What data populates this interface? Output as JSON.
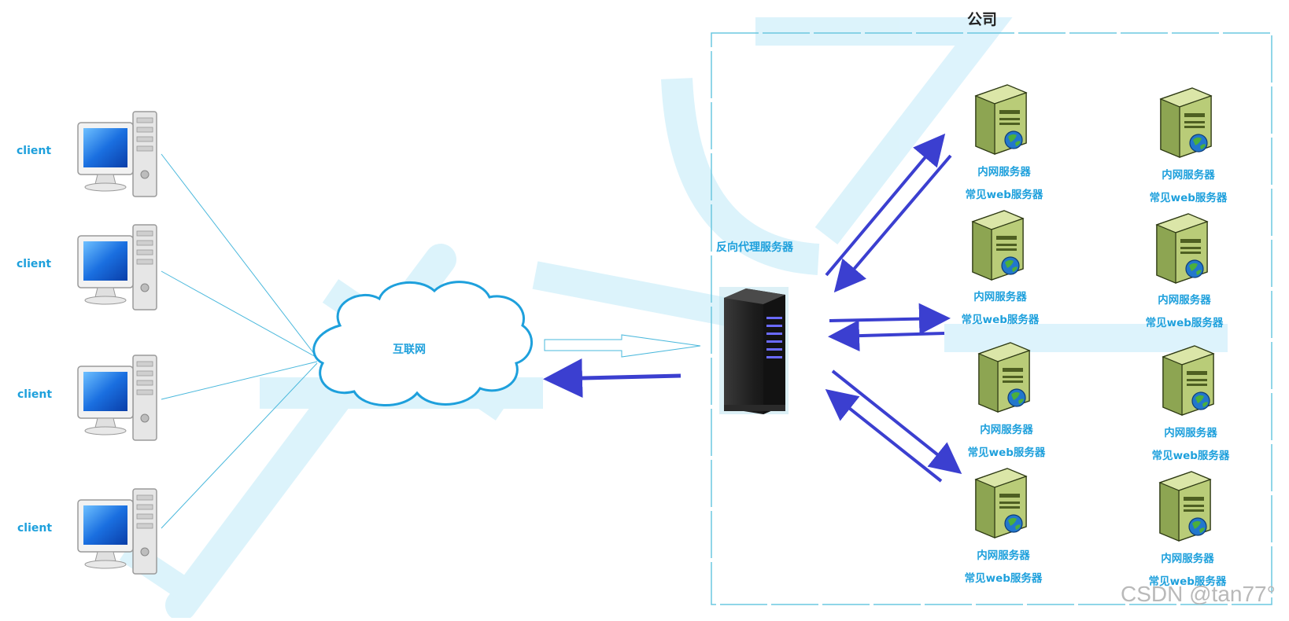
{
  "company_title": "公司",
  "clients": [
    {
      "label": "client"
    },
    {
      "label": "client"
    },
    {
      "label": "client"
    },
    {
      "label": "client"
    }
  ],
  "internet_label": "互联网",
  "proxy_label": "反向代理服务器",
  "servers": [
    {
      "line1": "内网服务器",
      "line2": "常见web服务器"
    },
    {
      "line1": "内网服务器",
      "line2": "常见web服务器"
    },
    {
      "line1": "内网服务器",
      "line2": "常见web服务器"
    },
    {
      "line1": "内网服务器",
      "line2": "常见web服务器"
    },
    {
      "line1": "内网服务器",
      "line2": "常见web服务器"
    },
    {
      "line1": "内网服务器",
      "line2": "常见web服务器"
    },
    {
      "line1": "内网服务器",
      "line2": "常见web服务器"
    },
    {
      "line1": "内网服务器",
      "line2": "常见web服务器"
    }
  ],
  "watermark": "CSDN @tan77°",
  "colors": {
    "label": "#1ea0dc",
    "arrow": "#3b3fd0",
    "frame": "#6bc8e0",
    "cloud": "#1ea0dc",
    "line": "#4ab8dc"
  }
}
